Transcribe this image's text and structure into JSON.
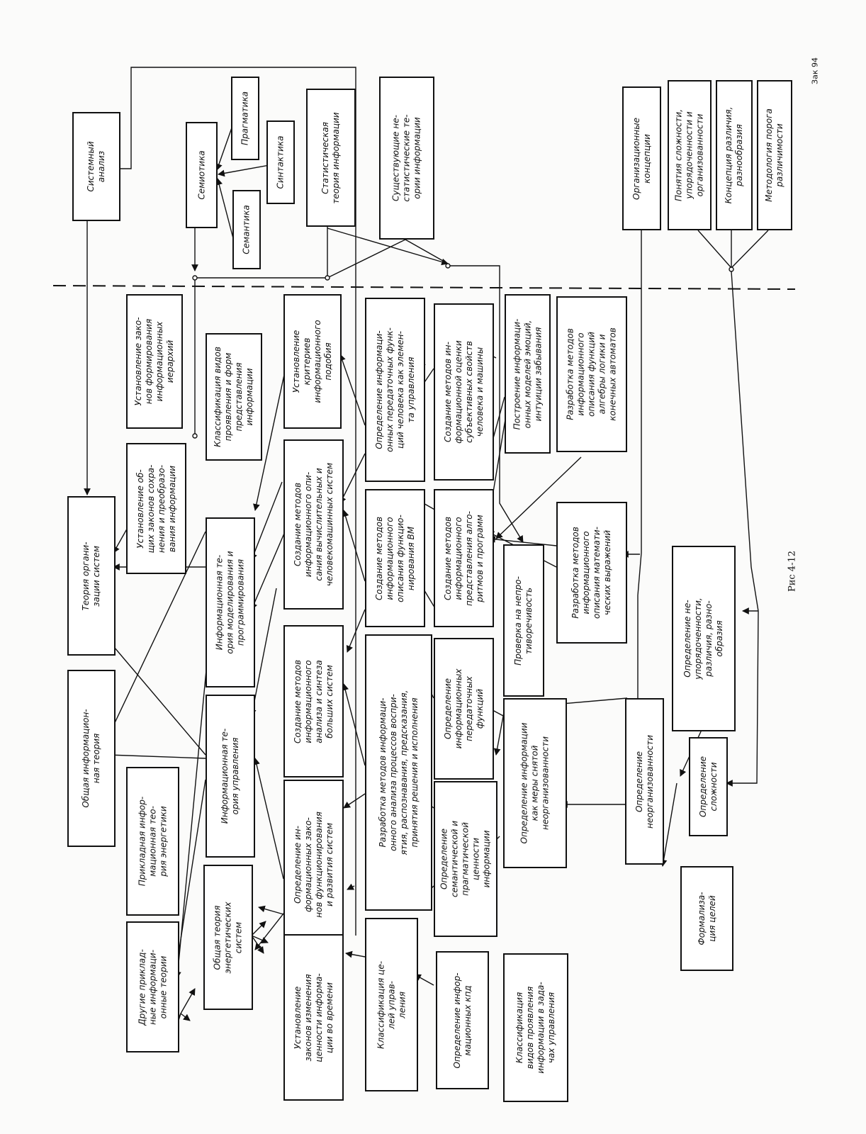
{
  "figure_caption": "Рис 4-12",
  "corner_note": "Зак 94",
  "nodes": {
    "sys_analysis": "Системный\nанализ",
    "semiotics": "Семиотика",
    "pragmatics": "Прагматика",
    "syntactics": "Синтактика",
    "semantics": "Семантика",
    "stat_theory": "Статистическая\nтеория информации",
    "nonstat": "Существующие не-\nстатистические те-\nории информации",
    "org_concepts": "Организационные\nконцепции",
    "complexity_concepts": "Понятия сложности,\nупорядоченности и\nорганизованности",
    "diversity_concept": "Концепция различия,\nразнообразия",
    "diversity_method": "Методология порога\nразличимости",
    "laws_formation": "Установление зако-\nнов формирования\nинформационных\nиерархий",
    "classif_forms": "Классификация видов\nпроявления и форм\nпредставления\nинформации",
    "similarity_criteria": "Установление\nкритериев\nинформационного\nподобия",
    "transfer_functions": "Определение информаци-\nонных передаточных функ-\nций человека как элемен-\nта управления",
    "subjective_methods": "Создание методов ин-\nформационной оценки\nсубъективных свойств\nчеловека и машины",
    "emotion_models": "Построение информаци-\nонных моделей эмоций,\nинтуиции забывания",
    "algebra_methods": "Разработка методов\nинформационного\nописания функций\nалгебры логики и\nконечных автоматов",
    "conservation_laws": "Установление об-\nщих законов сохра-\nнения и преобразо-\nвания информации",
    "computing_methods": "Создание методов\nинформационного опи-\nсания вычислительных и\nчеловекомашинных систем",
    "vm_methods": "Создание методов\nинформационного\nописания функцио-\nнирования ВМ",
    "algorithm_methods": "Создание методов\nинформационного\nпредставления алго-\nритмов и программ",
    "math_expr_methods": "Разработка методов\nинформационного\nописания математи-\nческих выражений",
    "org_systems_theory": "Теория органи-\nзации систем",
    "modeling_theory": "Информационная те-\nория моделирования и\nпрограммирования",
    "large_systems": "Создание методов\nинформационного\nанализа и синтеза\nбольших систем",
    "perception_methods": "Разработка методов информаци-\nонного анализа процессов воспри-\nятия, распознавания, предсказания,\nпринятия решения и исполнения",
    "consistency": "Проверка на непро-\nтиворечивость",
    "general_theory": "Общая информацион-\nная теория",
    "control_theory": "Информационная те-\nория управления",
    "functioning_laws": "Определение ин-\nформационных зако-\nнов функционирования\nи развития систем",
    "transfer_functions2": "Определение\nинформационных\nпередаточных\nфункций",
    "info_disorg": "Определение информации\nкак меры снятой\nнеорганизованности",
    "disorganization": "Определение\nнеорганизованности",
    "disorder": "Определение не-\nупорядоченности,\nразличия, разно-\nобразия",
    "complexity_def": "Определение\nсложности",
    "applied_energy": "Прикладная инфор-\nмационная тео-\nрия энергетики",
    "semantic_value": "Определение\nсемантической и\nпрагматической\nценности\nинформации",
    "goals_formal": "Формализа-\nция целей",
    "other_applied": "Другие приклад-\nные информаци-\nонные теории",
    "energy_systems": "Общая теория\nэнергетических\nсистем",
    "value_change_laws": "Установление\nзаконов изменения\nценности информа-\nции во времени",
    "control_goals": "Классификация це-\nлей управ-\nления",
    "efficiency": "Определение инфор-\nмационных кпд",
    "task_forms": "Классификация\nвидов проявления\nинформации в зада-\nчах управления"
  }
}
